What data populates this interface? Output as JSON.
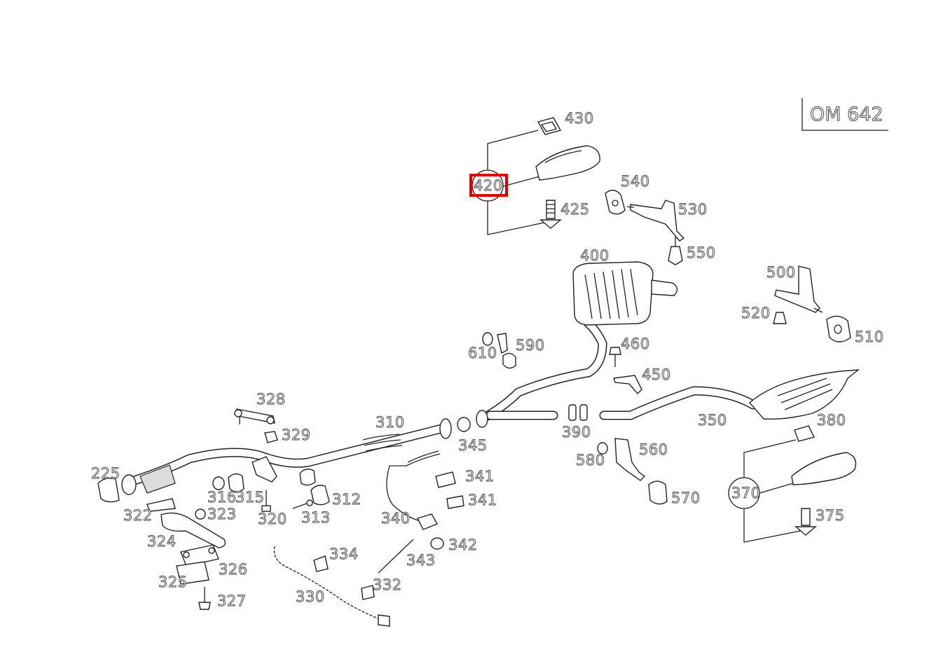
{
  "engine_label": "OM 642",
  "highlight": {
    "part": "420",
    "color": "#e00000"
  },
  "labels": {
    "p225": "225",
    "p310": "310",
    "p312": "312",
    "p313": "313",
    "p315": "315",
    "p316": "316",
    "p320": "320",
    "p322": "322",
    "p323": "323",
    "p324": "324",
    "p325": "325",
    "p326": "326",
    "p327": "327",
    "p328": "328",
    "p329": "329",
    "p330": "330",
    "p332": "332",
    "p334": "334",
    "p340": "340",
    "p341a": "341",
    "p341b": "341",
    "p342": "342",
    "p343": "343",
    "p345": "345",
    "p350": "350",
    "p370": "370",
    "p375": "375",
    "p380": "380",
    "p390": "390",
    "p400": "400",
    "p420": "420",
    "p425": "425",
    "p430": "430",
    "p450": "450",
    "p460": "460",
    "p500": "500",
    "p510": "510",
    "p520": "520",
    "p530": "530",
    "p540": "540",
    "p550": "550",
    "p560": "560",
    "p570": "570",
    "p580": "580",
    "p590": "590",
    "p610": "610"
  }
}
